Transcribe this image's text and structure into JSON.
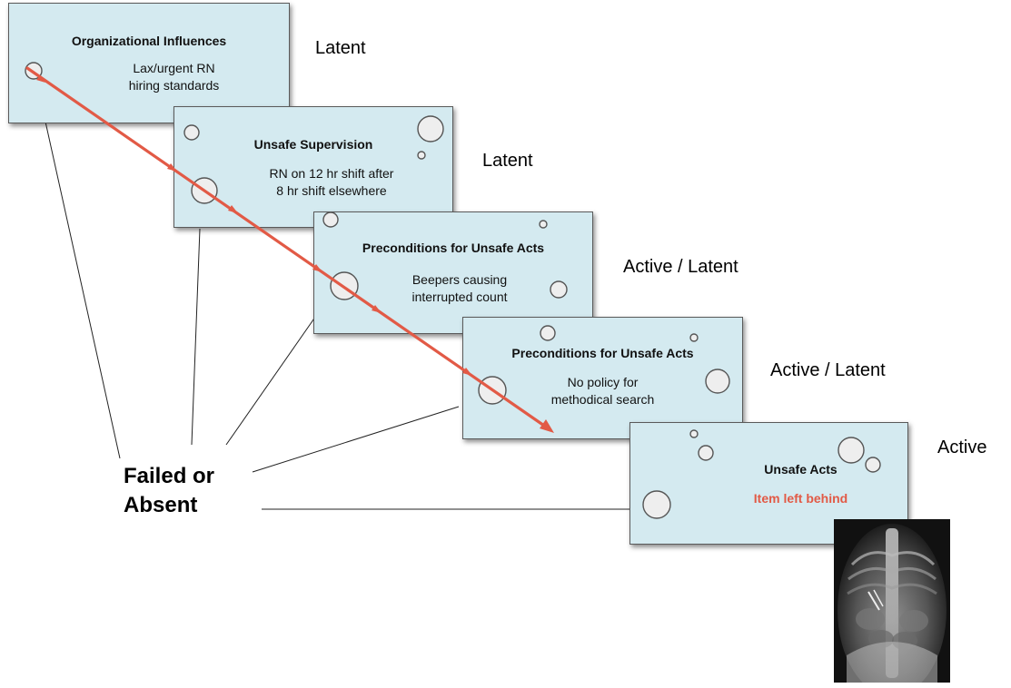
{
  "layers": [
    {
      "title": "Organizational Influences",
      "description": "Lax/urgent RN\nhiring standards",
      "status": "Latent"
    },
    {
      "title": "Unsafe Supervision",
      "description": "RN on 12 hr shift after\n8 hr shift elsewhere",
      "status": "Latent"
    },
    {
      "title": "Preconditions for Unsafe Acts",
      "description": "Beepers causing\ninterrupted count",
      "status": "Active / Latent"
    },
    {
      "title": "Preconditions for Unsafe Acts",
      "description": "No policy for\nmethodical search",
      "status": "Active / Latent"
    },
    {
      "title": "Unsafe Acts",
      "description": "Item left behind",
      "status": "Active"
    }
  ],
  "failed_label": "Failed or\nAbsent",
  "colors": {
    "layer_fill": "#d4eaf0",
    "trajectory": "#e25a46",
    "highlight_text": "#e25a46"
  },
  "image": {
    "subject": "abdominal x-ray showing retained item"
  }
}
